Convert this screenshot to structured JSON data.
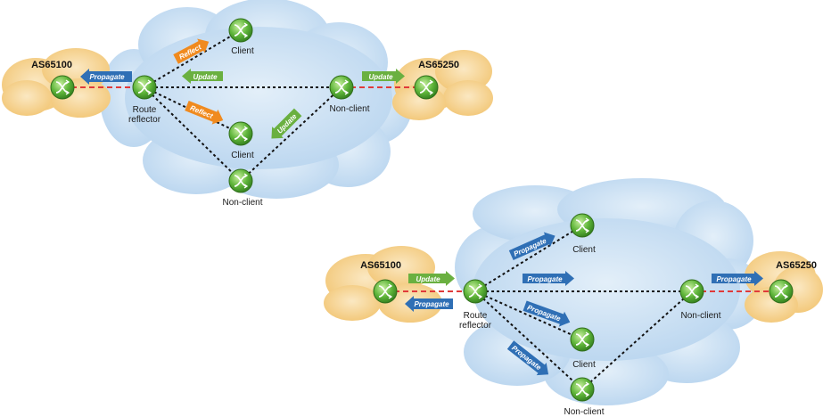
{
  "colors": {
    "cloud_blue": "#cde2f5",
    "cloud_orange": "#f8dca6",
    "router_green": "#5fb53a",
    "update_green": "#6ab040",
    "propagate_blue": "#2f6fb5",
    "reflect_orange": "#f08a1e",
    "ebgp_dashed": "#e03a3a"
  },
  "icons": {
    "router": "router-icon"
  },
  "top": {
    "as_left": "AS65100",
    "as_right": "AS65250",
    "labels": {
      "rr": [
        "Route",
        "reflector"
      ],
      "client1": "Client",
      "client2": "Client",
      "nonclient_right": "Non-client",
      "nonclient_bottom": "Non-client"
    },
    "arrows": {
      "propagate_left": "Propagate",
      "update_mid": "Update",
      "update_right": "Update",
      "reflect_up": "Reflect",
      "reflect_down": "Reflect",
      "update_diag": "Update"
    }
  },
  "bottom": {
    "as_left": "AS65100",
    "as_right": "AS65250",
    "labels": {
      "rr": [
        "Route",
        "reflector"
      ],
      "client1": "Client",
      "client2": "Client",
      "nonclient_right": "Non-client",
      "nonclient_bottom": "Non-client"
    },
    "arrows": {
      "update_in": "Update",
      "propagate_out_left": "Propagate",
      "propagate_up": "Propagate",
      "propagate_mid": "Propagate",
      "propagate_down1": "Propagate",
      "propagate_down2": "Propagate",
      "propagate_right": "Propagate"
    }
  }
}
